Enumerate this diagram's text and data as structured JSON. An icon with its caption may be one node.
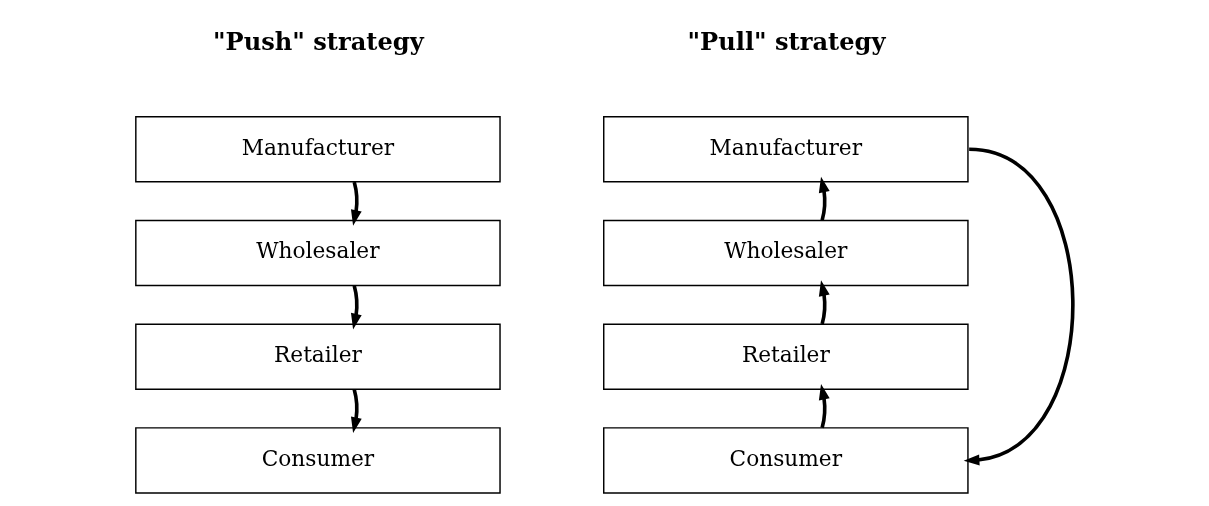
{
  "diagram": {
    "nodes": [
      {
        "text": [
          "Manufacturer"
        ]
      },
      {
        "text": [
          "Wholesaler"
        ]
      },
      {
        "text": [
          "Retailer"
        ]
      },
      {
        "text": [
          "Consumer"
        ]
      },
      {
        "text": [
          "Manufacturer"
        ]
      },
      {
        "text": [
          "Wholesaler"
        ]
      },
      {
        "text": [
          "Retailer"
        ]
      },
      {
        "text": [
          "Consumer"
        ]
      }
    ],
    "edges": [
      {
        "from": 0,
        "to": 1,
        "arrow": "to"
      },
      {
        "from": 1,
        "to": 2,
        "arrow": "to"
      },
      {
        "from": 2,
        "to": 3,
        "arrow": "to"
      },
      {
        "from": 7,
        "to": 6,
        "arrow": "to"
      },
      {
        "from": 6,
        "to": 5,
        "arrow": "to"
      },
      {
        "from": 5,
        "to": 4,
        "arrow": "to"
      },
      {
        "from": 4,
        "to": 7,
        "arrow": "to"
      }
    ],
    "labels": [
      "\"Push\" strategy",
      "\"Pull\" strategy"
    ]
  }
}
